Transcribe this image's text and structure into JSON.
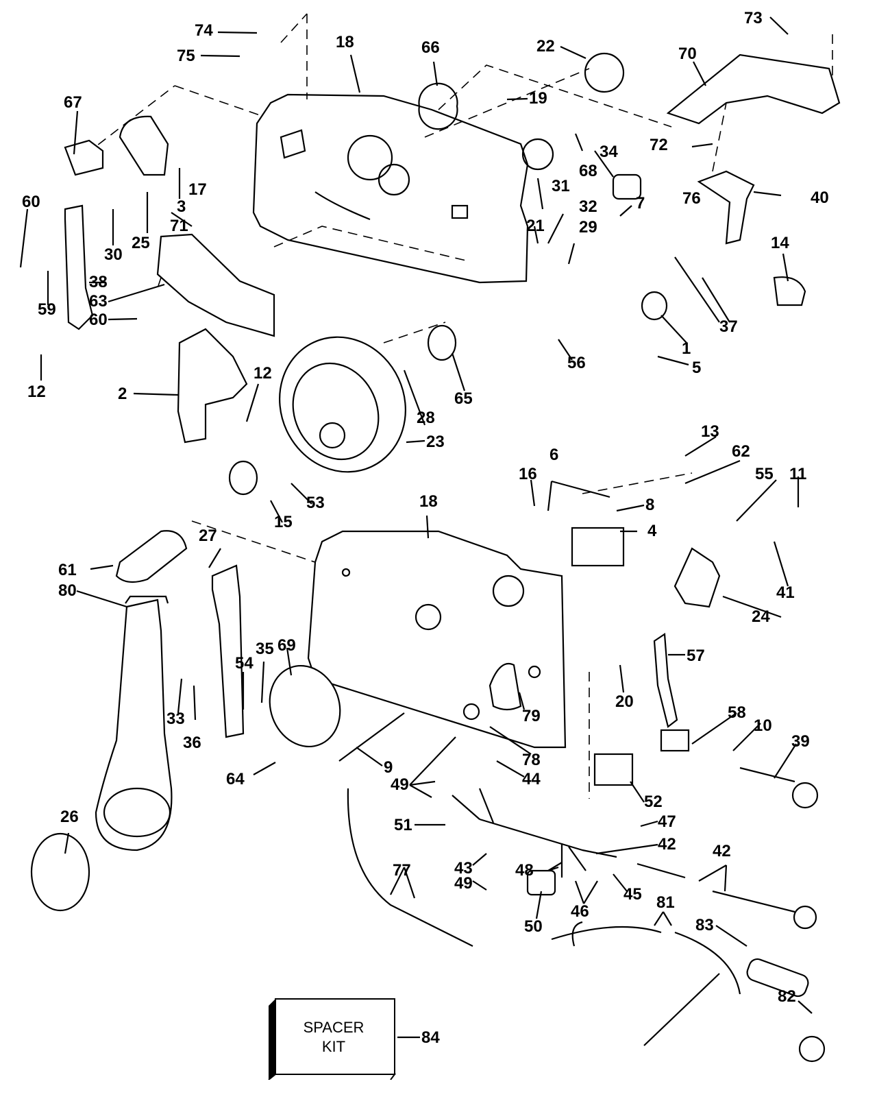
{
  "diagram": {
    "type": "exploded-parts-diagram",
    "subject": "Remote control box assembly",
    "callouts": [
      {
        "id": "74",
        "label": "74"
      },
      {
        "id": "75",
        "label": "75"
      },
      {
        "id": "18a",
        "label": "18"
      },
      {
        "id": "66",
        "label": "66"
      },
      {
        "id": "22",
        "label": "22"
      },
      {
        "id": "73",
        "label": "73"
      },
      {
        "id": "70",
        "label": "70"
      },
      {
        "id": "19",
        "label": "19"
      },
      {
        "id": "67",
        "label": "67"
      },
      {
        "id": "17",
        "label": "17"
      },
      {
        "id": "3",
        "label": "3"
      },
      {
        "id": "34",
        "label": "34"
      },
      {
        "id": "68",
        "label": "68"
      },
      {
        "id": "72",
        "label": "72"
      },
      {
        "id": "31",
        "label": "31"
      },
      {
        "id": "60a",
        "label": "60"
      },
      {
        "id": "71",
        "label": "71"
      },
      {
        "id": "30",
        "label": "30"
      },
      {
        "id": "25",
        "label": "25"
      },
      {
        "id": "21",
        "label": "21"
      },
      {
        "id": "32",
        "label": "32"
      },
      {
        "id": "7",
        "label": "7"
      },
      {
        "id": "76",
        "label": "76"
      },
      {
        "id": "40",
        "label": "40"
      },
      {
        "id": "29",
        "label": "29"
      },
      {
        "id": "14",
        "label": "14"
      },
      {
        "id": "38",
        "label": "38"
      },
      {
        "id": "59",
        "label": "59"
      },
      {
        "id": "63",
        "label": "63"
      },
      {
        "id": "60b",
        "label": "60"
      },
      {
        "id": "37",
        "label": "37"
      },
      {
        "id": "1",
        "label": "1"
      },
      {
        "id": "5",
        "label": "5"
      },
      {
        "id": "56",
        "label": "56"
      },
      {
        "id": "12a",
        "label": "12"
      },
      {
        "id": "2",
        "label": "2"
      },
      {
        "id": "12b",
        "label": "12"
      },
      {
        "id": "65",
        "label": "65"
      },
      {
        "id": "28",
        "label": "28"
      },
      {
        "id": "23",
        "label": "23"
      },
      {
        "id": "13",
        "label": "13"
      },
      {
        "id": "62",
        "label": "62"
      },
      {
        "id": "16",
        "label": "16"
      },
      {
        "id": "6",
        "label": "6"
      },
      {
        "id": "55",
        "label": "55"
      },
      {
        "id": "11",
        "label": "11"
      },
      {
        "id": "53",
        "label": "53"
      },
      {
        "id": "18b",
        "label": "18"
      },
      {
        "id": "8",
        "label": "8"
      },
      {
        "id": "4",
        "label": "4"
      },
      {
        "id": "15",
        "label": "15"
      },
      {
        "id": "41",
        "label": "41"
      },
      {
        "id": "27",
        "label": "27"
      },
      {
        "id": "61",
        "label": "61"
      },
      {
        "id": "80",
        "label": "80"
      },
      {
        "id": "24",
        "label": "24"
      },
      {
        "id": "69",
        "label": "69"
      },
      {
        "id": "35",
        "label": "35"
      },
      {
        "id": "54",
        "label": "54"
      },
      {
        "id": "57",
        "label": "57"
      },
      {
        "id": "20",
        "label": "20"
      },
      {
        "id": "33",
        "label": "33"
      },
      {
        "id": "36",
        "label": "36"
      },
      {
        "id": "79",
        "label": "79"
      },
      {
        "id": "58",
        "label": "58"
      },
      {
        "id": "10",
        "label": "10"
      },
      {
        "id": "39",
        "label": "39"
      },
      {
        "id": "9",
        "label": "9"
      },
      {
        "id": "78",
        "label": "78"
      },
      {
        "id": "64",
        "label": "64"
      },
      {
        "id": "49a",
        "label": "49"
      },
      {
        "id": "44",
        "label": "44"
      },
      {
        "id": "52",
        "label": "52"
      },
      {
        "id": "26",
        "label": "26"
      },
      {
        "id": "51",
        "label": "51"
      },
      {
        "id": "47",
        "label": "47"
      },
      {
        "id": "42a",
        "label": "42"
      },
      {
        "id": "43",
        "label": "43"
      },
      {
        "id": "48",
        "label": "48"
      },
      {
        "id": "42b",
        "label": "42"
      },
      {
        "id": "77",
        "label": "77"
      },
      {
        "id": "49b",
        "label": "49"
      },
      {
        "id": "45",
        "label": "45"
      },
      {
        "id": "46",
        "label": "46"
      },
      {
        "id": "50",
        "label": "50"
      },
      {
        "id": "81",
        "label": "81"
      },
      {
        "id": "83",
        "label": "83"
      },
      {
        "id": "82",
        "label": "82"
      },
      {
        "id": "84",
        "label": "84"
      }
    ],
    "spacer_kit": {
      "line1": "SPACER",
      "line2": "KIT",
      "part": "84"
    }
  }
}
